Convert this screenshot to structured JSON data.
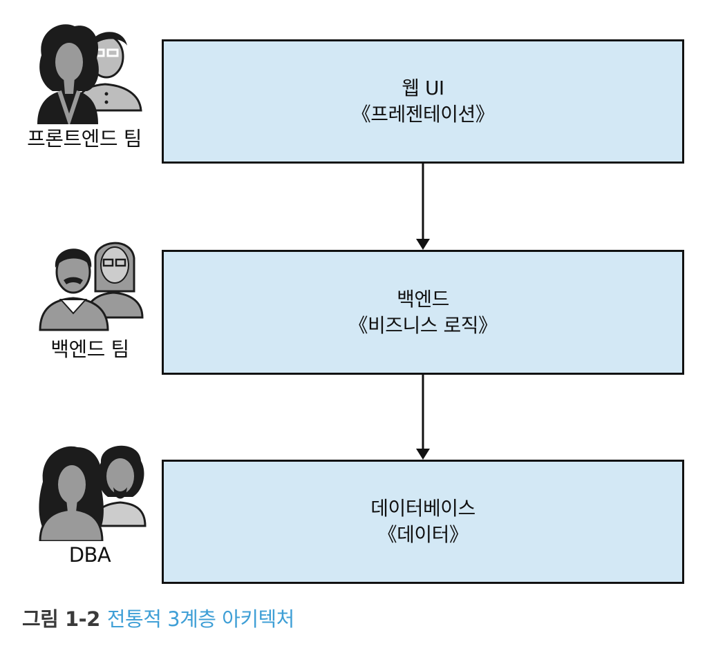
{
  "layers": [
    {
      "id": "web",
      "line1": "웹 UI",
      "line2": "《프레젠테이션》"
    },
    {
      "id": "backend",
      "line1": "백엔드",
      "line2": "《비즈니스 로직》"
    },
    {
      "id": "db",
      "line1": "데이터베이스",
      "line2": "《데이터》"
    }
  ],
  "teams": [
    {
      "label": "프론트엔드 팀",
      "icon": "people-icon"
    },
    {
      "label": "백엔드 팀",
      "icon": "people-icon"
    },
    {
      "label": "DBA",
      "icon": "people-icon"
    }
  ],
  "caption": {
    "number": "그림 1-2",
    "title": "전통적 3계층 아키텍처"
  },
  "colors": {
    "box_fill": "#d3e8f5",
    "caption_title": "#3f9fd6",
    "icon_dark": "#1c1c1c",
    "icon_gray": "#9a9a9a",
    "icon_light": "#cccccc"
  }
}
